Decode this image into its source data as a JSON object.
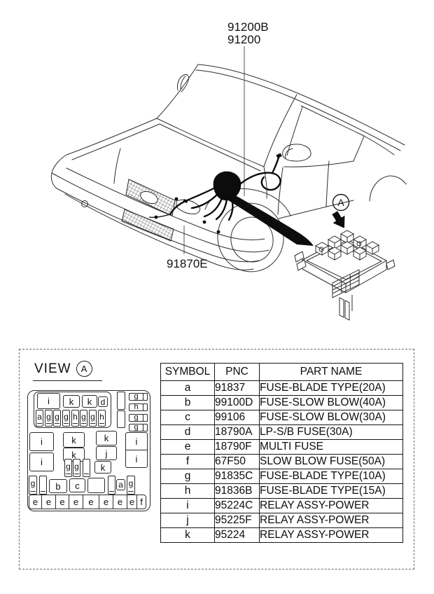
{
  "colors": {
    "ink": "#1b1b1b",
    "bg": "#ffffff"
  },
  "diagram": {
    "labels": {
      "harness_upper": "91200B",
      "harness_lower": "91200",
      "front_harness": "91870E",
      "callout": "A"
    }
  },
  "view_panel": {
    "title": "VIEW",
    "callout": "A",
    "fusebox_cells": [
      "i",
      "k",
      "k",
      "d",
      "a",
      "g",
      "g",
      "g",
      "h",
      "g",
      "g",
      "h",
      "g",
      "h",
      "g",
      "g",
      "i",
      "i",
      "k",
      "k",
      "k",
      "j",
      "i",
      "i",
      "g",
      "g",
      "k",
      "g",
      "b",
      "c",
      "a",
      "g",
      "e",
      "e",
      "e",
      "e",
      "e",
      "e",
      "e",
      "e",
      "f"
    ],
    "table": {
      "headers": [
        "SYMBOL",
        "PNC",
        "PART NAME"
      ],
      "rows": [
        {
          "symbol": "a",
          "pnc": "91837",
          "part_name": "FUSE-BLADE TYPE(20A)"
        },
        {
          "symbol": "b",
          "pnc": "99100D",
          "part_name": "FUSE-SLOW BLOW(40A)"
        },
        {
          "symbol": "c",
          "pnc": "99106",
          "part_name": "FUSE-SLOW BLOW(30A)"
        },
        {
          "symbol": "d",
          "pnc": "18790A",
          "part_name": "LP-S/B FUSE(30A)"
        },
        {
          "symbol": "e",
          "pnc": "18790F",
          "part_name": "MULTI FUSE"
        },
        {
          "symbol": "f",
          "pnc": "67F50",
          "part_name": "SLOW BLOW FUSE(50A)"
        },
        {
          "symbol": "g",
          "pnc": "91835C",
          "part_name": "FUSE-BLADE TYPE(10A)"
        },
        {
          "symbol": "h",
          "pnc": "91836B",
          "part_name": "FUSE-BLADE TYPE(15A)"
        },
        {
          "symbol": "i",
          "pnc": "95224C",
          "part_name": "RELAY ASSY-POWER"
        },
        {
          "symbol": "j",
          "pnc": "95225F",
          "part_name": "RELAY ASSY-POWER"
        },
        {
          "symbol": "k",
          "pnc": "95224",
          "part_name": "RELAY ASSY-POWER"
        }
      ]
    }
  }
}
